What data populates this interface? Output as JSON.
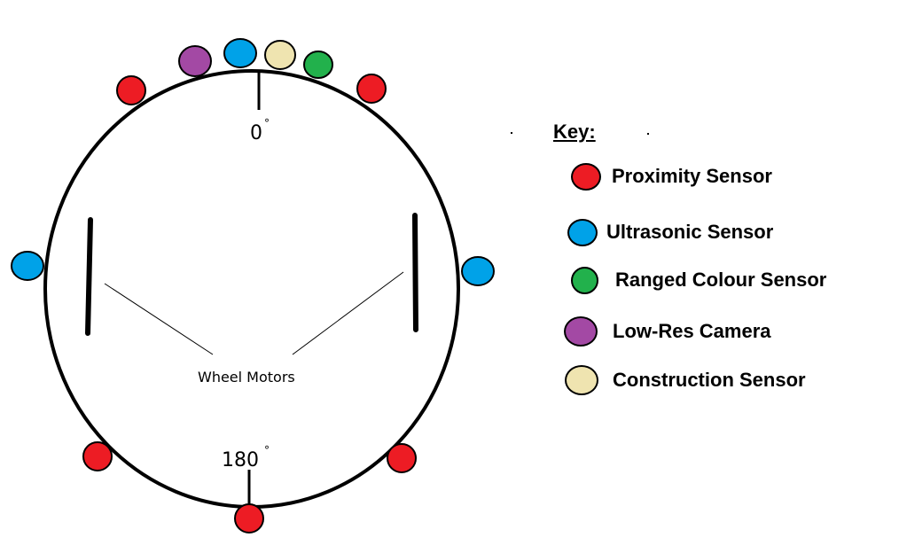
{
  "colors": {
    "proximity": "#ed1c24",
    "ultrasonic": "#00a2e8",
    "ranged_colour": "#22b14c",
    "camera": "#a349a4",
    "construction": "#efe4b0"
  },
  "labels": {
    "angle_top": "0",
    "angle_bottom": "180",
    "degree_symbol": "°",
    "wheel_motors": "Wheel Motors"
  },
  "key": {
    "title": "Key:",
    "items": [
      {
        "label": "Proximity Sensor",
        "color": "#ed1c24"
      },
      {
        "label": "Ultrasonic Sensor",
        "color": "#00a2e8"
      },
      {
        "label": "Ranged Colour Sensor",
        "color": "#22b14c"
      },
      {
        "label": "Low-Res Camera",
        "color": "#a349a4"
      },
      {
        "label": "Construction Sensor",
        "color": "#efe4b0"
      }
    ]
  }
}
